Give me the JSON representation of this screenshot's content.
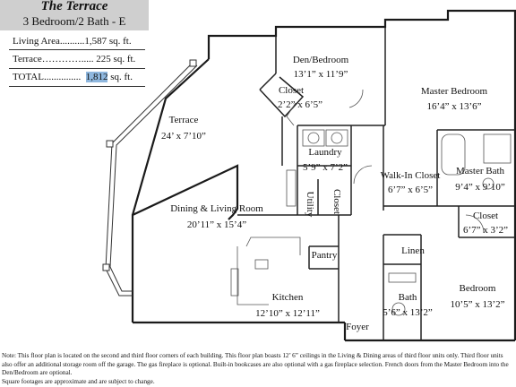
{
  "header": {
    "title": "The Terrace",
    "subtitle": "3 Bedroom/2 Bath - E"
  },
  "stats": {
    "living": "Living Area..........1,587 sq. ft.",
    "terrace": "Terrace…………..... 225 sq. ft.",
    "total_label": "TOTAL...............  ",
    "total_value": "1,812",
    "total_unit": " sq. ft."
  },
  "rooms": {
    "den": {
      "name": "Den/Bedroom",
      "size": "13’1” x 11’9”"
    },
    "closet1": {
      "name": "Closet",
      "size": "2’2” x 6’5”"
    },
    "master": {
      "name": "Master Bedroom",
      "size": "16’4” x 13’6”"
    },
    "terrace": {
      "name": "Terrace",
      "size": "24’ x 7’10”"
    },
    "laundry": {
      "name": "Laundry",
      "size": "5’9” x 7’2”"
    },
    "walkin": {
      "name": "Walk-In Closet",
      "size": "6’7” x 6’5”"
    },
    "masterbath": {
      "name": "Master Bath",
      "size": "9’4” x 9’10”"
    },
    "utility": {
      "name": "Utility"
    },
    "closet2": {
      "name": "Closet"
    },
    "dining": {
      "name": "Dining & Living Room",
      "size": "20’11” x 15’4”"
    },
    "closet3": {
      "name": "Closet",
      "size": "6’7” x 3’2”"
    },
    "linen": {
      "name": "Linen"
    },
    "pantry": {
      "name": "Pantry"
    },
    "kitchen": {
      "name": "Kitchen",
      "size": "12’10” x 12’11”"
    },
    "bath": {
      "name": "Bath",
      "size": "5’6” x 13’2”"
    },
    "bedroom": {
      "name": "Bedroom",
      "size": "10’5” x 13’2”"
    },
    "foyer": {
      "name": "Foyer"
    }
  },
  "note": "Note: This floor plan is located on the second and third floor corners of each building. This floor plan boasts 12’ 6” ceilings in the Living & Dining areas of third floor units only. Third floor units also offer an additional storage room off the garage. The gas fireplace is optional. Built-in bookcases are also optional with a gas fireplace selection. French doors from the Master Bedroom into the Den/Bedroom are optional.",
  "note2": "Square footages are approximate and are subject to change."
}
